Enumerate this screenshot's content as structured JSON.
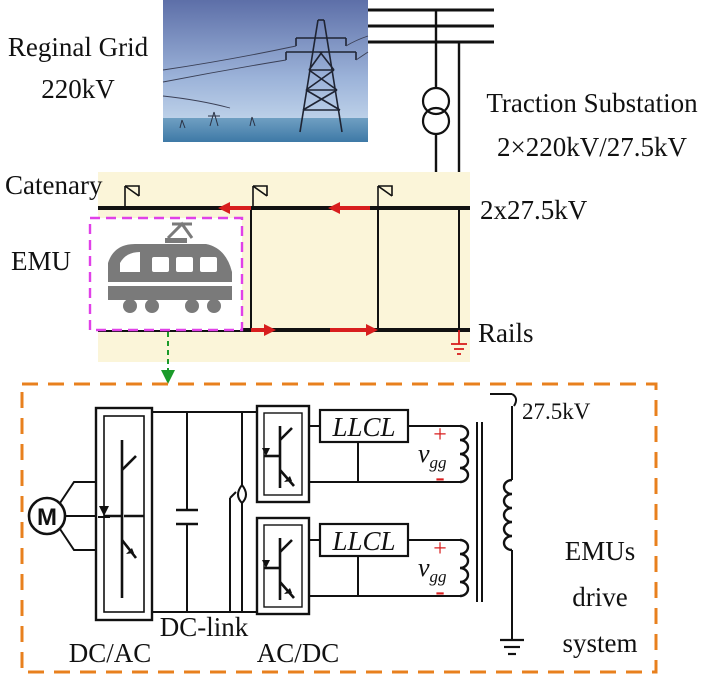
{
  "grid": {
    "line1": "Reginal Grid",
    "line2": "220kV"
  },
  "substation": {
    "line1": "Traction Substation",
    "line2": "2×220kV/27.5kV"
  },
  "catenary": {
    "label": "Catenary",
    "voltage": "2x27.5kV"
  },
  "emu": {
    "label": "EMU"
  },
  "rails": {
    "label": "Rails"
  },
  "drive": {
    "transformer_voltage": "27.5kV",
    "filter_label": "LLCL",
    "voltage_label": "v",
    "voltage_sub": "gg",
    "plus": "+",
    "minus": "-",
    "motor": "M",
    "dcac": "DC/AC",
    "dclink": "DC-link",
    "acdc": "AC/DC",
    "system_line1": "EMUs",
    "system_line2": "drive",
    "system_line3": "system"
  },
  "colors": {
    "highlight_fill": "#fbf5d9",
    "emu_box": "#e040e8",
    "drive_box": "#e8801e",
    "arrow_red": "#d81e1e",
    "arrow_green": "#1a9a2a",
    "ground_red": "#d81e1e",
    "train_gray": "#7a7a7a"
  },
  "icons": {
    "train": "train-icon",
    "pylon": "pylon-icon",
    "transformer": "transformer-icon",
    "motor": "motor-icon",
    "ground": "ground-icon",
    "pantograph": "pantograph-icon"
  }
}
